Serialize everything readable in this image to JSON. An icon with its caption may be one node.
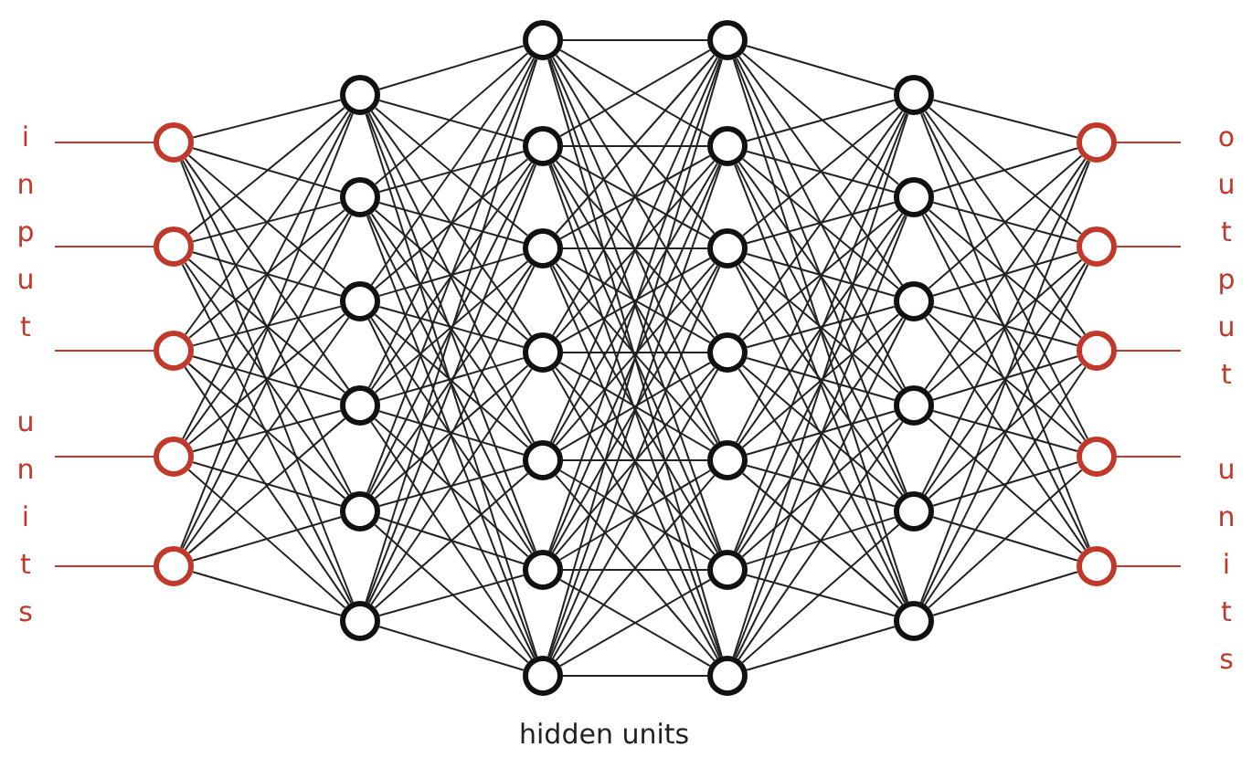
{
  "diagram": {
    "nodes": [
      {
        "text": [],
        "shape": "circle"
      },
      {
        "text": [],
        "shape": "circle"
      },
      {
        "text": [],
        "shape": "circle"
      },
      {
        "text": [],
        "shape": "circle"
      },
      {
        "text": [],
        "shape": "circle"
      },
      {
        "text": [],
        "shape": "circle"
      },
      {
        "text": [],
        "shape": "circle"
      },
      {
        "text": [],
        "shape": "circle"
      },
      {
        "text": [],
        "shape": "circle"
      },
      {
        "text": [],
        "shape": "circle"
      },
      {
        "text": [],
        "shape": "circle"
      },
      {
        "text": [],
        "shape": "circle"
      },
      {
        "text": [],
        "shape": "circle"
      },
      {
        "text": [],
        "shape": "circle"
      },
      {
        "text": [],
        "shape": "circle"
      },
      {
        "text": [],
        "shape": "circle"
      },
      {
        "text": [],
        "shape": "circle"
      },
      {
        "text": [],
        "shape": "circle"
      },
      {
        "text": [],
        "shape": "circle"
      },
      {
        "text": [],
        "shape": "circle"
      },
      {
        "text": [],
        "shape": "circle"
      },
      {
        "text": [],
        "shape": "circle"
      },
      {
        "text": [],
        "shape": "circle"
      },
      {
        "text": [],
        "shape": "circle"
      },
      {
        "text": [],
        "shape": "circle"
      },
      {
        "text": [],
        "shape": "circle"
      },
      {
        "text": [],
        "shape": "circle"
      },
      {
        "text": [],
        "shape": "circle"
      },
      {
        "text": [],
        "shape": "circle"
      },
      {
        "text": [],
        "shape": "circle"
      },
      {
        "text": [],
        "shape": "circle"
      },
      {
        "text": [],
        "shape": "circle"
      },
      {
        "text": [],
        "shape": "circle"
      },
      {
        "text": [],
        "shape": "circle"
      },
      {
        "text": [],
        "shape": "circle"
      },
      {
        "text": [],
        "shape": "circle"
      }
    ],
    "edges": [
      {
        "from": null,
        "to": 0,
        "arrow": "none",
        "color": "#c0392b"
      },
      {
        "from": null,
        "to": 1,
        "arrow": "none",
        "color": "#c0392b"
      },
      {
        "from": null,
        "to": 2,
        "arrow": "none",
        "color": "#c0392b"
      },
      {
        "from": null,
        "to": 3,
        "arrow": "none",
        "color": "#c0392b"
      },
      {
        "from": null,
        "to": 4,
        "arrow": "none",
        "color": "#c0392b"
      },
      {
        "from": 0,
        "to": 5,
        "arrow": "none"
      },
      {
        "from": 0,
        "to": 6,
        "arrow": "none"
      },
      {
        "from": 0,
        "to": 7,
        "arrow": "none"
      },
      {
        "from": 0,
        "to": 8,
        "arrow": "none"
      },
      {
        "from": 0,
        "to": 9,
        "arrow": "none"
      },
      {
        "from": 0,
        "to": 10,
        "arrow": "none"
      },
      {
        "from": 1,
        "to": 5,
        "arrow": "none"
      },
      {
        "from": 1,
        "to": 6,
        "arrow": "none"
      },
      {
        "from": 1,
        "to": 7,
        "arrow": "none"
      },
      {
        "from": 1,
        "to": 8,
        "arrow": "none"
      },
      {
        "from": 1,
        "to": 9,
        "arrow": "none"
      },
      {
        "from": 1,
        "to": 10,
        "arrow": "none"
      },
      {
        "from": 2,
        "to": 5,
        "arrow": "none"
      },
      {
        "from": 2,
        "to": 6,
        "arrow": "none"
      },
      {
        "from": 2,
        "to": 7,
        "arrow": "none"
      },
      {
        "from": 2,
        "to": 8,
        "arrow": "none"
      },
      {
        "from": 2,
        "to": 9,
        "arrow": "none"
      },
      {
        "from": 2,
        "to": 10,
        "arrow": "none"
      },
      {
        "from": 3,
        "to": 5,
        "arrow": "none"
      },
      {
        "from": 3,
        "to": 6,
        "arrow": "none"
      },
      {
        "from": 3,
        "to": 7,
        "arrow": "none"
      },
      {
        "from": 3,
        "to": 8,
        "arrow": "none"
      },
      {
        "from": 3,
        "to": 9,
        "arrow": "none"
      },
      {
        "from": 3,
        "to": 10,
        "arrow": "none"
      },
      {
        "from": 4,
        "to": 5,
        "arrow": "none"
      },
      {
        "from": 4,
        "to": 6,
        "arrow": "none"
      },
      {
        "from": 4,
        "to": 7,
        "arrow": "none"
      },
      {
        "from": 4,
        "to": 8,
        "arrow": "none"
      },
      {
        "from": 4,
        "to": 9,
        "arrow": "none"
      },
      {
        "from": 4,
        "to": 10,
        "arrow": "none"
      },
      {
        "from": 5,
        "to": 11,
        "arrow": "none"
      },
      {
        "from": 5,
        "to": 12,
        "arrow": "none"
      },
      {
        "from": 5,
        "to": 13,
        "arrow": "none"
      },
      {
        "from": 5,
        "to": 14,
        "arrow": "none"
      },
      {
        "from": 5,
        "to": 15,
        "arrow": "none"
      },
      {
        "from": 5,
        "to": 16,
        "arrow": "none"
      },
      {
        "from": 5,
        "to": 17,
        "arrow": "none"
      },
      {
        "from": 6,
        "to": 11,
        "arrow": "none"
      },
      {
        "from": 6,
        "to": 12,
        "arrow": "none"
      },
      {
        "from": 6,
        "to": 13,
        "arrow": "none"
      },
      {
        "from": 6,
        "to": 14,
        "arrow": "none"
      },
      {
        "from": 6,
        "to": 15,
        "arrow": "none"
      },
      {
        "from": 6,
        "to": 16,
        "arrow": "none"
      },
      {
        "from": 6,
        "to": 17,
        "arrow": "none"
      },
      {
        "from": 7,
        "to": 11,
        "arrow": "none"
      },
      {
        "from": 7,
        "to": 12,
        "arrow": "none"
      },
      {
        "from": 7,
        "to": 13,
        "arrow": "none"
      },
      {
        "from": 7,
        "to": 14,
        "arrow": "none"
      },
      {
        "from": 7,
        "to": 15,
        "arrow": "none"
      },
      {
        "from": 7,
        "to": 16,
        "arrow": "none"
      },
      {
        "from": 7,
        "to": 17,
        "arrow": "none"
      },
      {
        "from": 8,
        "to": 11,
        "arrow": "none"
      },
      {
        "from": 8,
        "to": 12,
        "arrow": "none"
      },
      {
        "from": 8,
        "to": 13,
        "arrow": "none"
      },
      {
        "from": 8,
        "to": 14,
        "arrow": "none"
      },
      {
        "from": 8,
        "to": 15,
        "arrow": "none"
      },
      {
        "from": 8,
        "to": 16,
        "arrow": "none"
      },
      {
        "from": 8,
        "to": 17,
        "arrow": "none"
      },
      {
        "from": 9,
        "to": 11,
        "arrow": "none"
      },
      {
        "from": 9,
        "to": 12,
        "arrow": "none"
      },
      {
        "from": 9,
        "to": 13,
        "arrow": "none"
      },
      {
        "from": 9,
        "to": 14,
        "arrow": "none"
      },
      {
        "from": 9,
        "to": 15,
        "arrow": "none"
      },
      {
        "from": 9,
        "to": 16,
        "arrow": "none"
      },
      {
        "from": 9,
        "to": 17,
        "arrow": "none"
      },
      {
        "from": 10,
        "to": 11,
        "arrow": "none"
      },
      {
        "from": 10,
        "to": 12,
        "arrow": "none"
      },
      {
        "from": 10,
        "to": 13,
        "arrow": "none"
      },
      {
        "from": 10,
        "to": 14,
        "arrow": "none"
      },
      {
        "from": 10,
        "to": 15,
        "arrow": "none"
      },
      {
        "from": 10,
        "to": 16,
        "arrow": "none"
      },
      {
        "from": 10,
        "to": 17,
        "arrow": "none"
      },
      {
        "from": 11,
        "to": 18,
        "arrow": "none"
      },
      {
        "from": 11,
        "to": 19,
        "arrow": "none"
      },
      {
        "from": 11,
        "to": 20,
        "arrow": "none"
      },
      {
        "from": 11,
        "to": 21,
        "arrow": "none"
      },
      {
        "from": 11,
        "to": 22,
        "arrow": "none"
      },
      {
        "from": 11,
        "to": 23,
        "arrow": "none"
      },
      {
        "from": 11,
        "to": 24,
        "arrow": "none"
      },
      {
        "from": 12,
        "to": 18,
        "arrow": "none"
      },
      {
        "from": 12,
        "to": 19,
        "arrow": "none"
      },
      {
        "from": 12,
        "to": 20,
        "arrow": "none"
      },
      {
        "from": 12,
        "to": 21,
        "arrow": "none"
      },
      {
        "from": 12,
        "to": 22,
        "arrow": "none"
      },
      {
        "from": 12,
        "to": 23,
        "arrow": "none"
      },
      {
        "from": 12,
        "to": 24,
        "arrow": "none"
      },
      {
        "from": 13,
        "to": 18,
        "arrow": "none"
      },
      {
        "from": 13,
        "to": 19,
        "arrow": "none"
      },
      {
        "from": 13,
        "to": 20,
        "arrow": "none"
      },
      {
        "from": 13,
        "to": 21,
        "arrow": "none"
      },
      {
        "from": 13,
        "to": 22,
        "arrow": "none"
      },
      {
        "from": 13,
        "to": 23,
        "arrow": "none"
      },
      {
        "from": 13,
        "to": 24,
        "arrow": "none"
      },
      {
        "from": 14,
        "to": 18,
        "arrow": "none"
      },
      {
        "from": 14,
        "to": 19,
        "arrow": "none"
      },
      {
        "from": 14,
        "to": 20,
        "arrow": "none"
      },
      {
        "from": 14,
        "to": 21,
        "arrow": "none"
      },
      {
        "from": 14,
        "to": 22,
        "arrow": "none"
      },
      {
        "from": 14,
        "to": 23,
        "arrow": "none"
      },
      {
        "from": 14,
        "to": 24,
        "arrow": "none"
      },
      {
        "from": 15,
        "to": 18,
        "arrow": "none"
      },
      {
        "from": 15,
        "to": 19,
        "arrow": "none"
      },
      {
        "from": 15,
        "to": 20,
        "arrow": "none"
      },
      {
        "from": 15,
        "to": 21,
        "arrow": "none"
      },
      {
        "from": 15,
        "to": 22,
        "arrow": "none"
      },
      {
        "from": 15,
        "to": 23,
        "arrow": "none"
      },
      {
        "from": 15,
        "to": 24,
        "arrow": "none"
      },
      {
        "from": 16,
        "to": 18,
        "arrow": "none"
      },
      {
        "from": 16,
        "to": 19,
        "arrow": "none"
      },
      {
        "from": 16,
        "to": 20,
        "arrow": "none"
      },
      {
        "from": 16,
        "to": 21,
        "arrow": "none"
      },
      {
        "from": 16,
        "to": 22,
        "arrow": "none"
      },
      {
        "from": 16,
        "to": 23,
        "arrow": "none"
      },
      {
        "from": 16,
        "to": 24,
        "arrow": "none"
      },
      {
        "from": 17,
        "to": 18,
        "arrow": "none"
      },
      {
        "from": 17,
        "to": 19,
        "arrow": "none"
      },
      {
        "from": 17,
        "to": 20,
        "arrow": "none"
      },
      {
        "from": 17,
        "to": 21,
        "arrow": "none"
      },
      {
        "from": 17,
        "to": 22,
        "arrow": "none"
      },
      {
        "from": 17,
        "to": 23,
        "arrow": "none"
      },
      {
        "from": 17,
        "to": 24,
        "arrow": "none"
      },
      {
        "from": 18,
        "to": 25,
        "arrow": "none"
      },
      {
        "from": 18,
        "to": 26,
        "arrow": "none"
      },
      {
        "from": 18,
        "to": 27,
        "arrow": "none"
      },
      {
        "from": 18,
        "to": 28,
        "arrow": "none"
      },
      {
        "from": 18,
        "to": 29,
        "arrow": "none"
      },
      {
        "from": 18,
        "to": 30,
        "arrow": "none"
      },
      {
        "from": 19,
        "to": 25,
        "arrow": "none"
      },
      {
        "from": 19,
        "to": 26,
        "arrow": "none"
      },
      {
        "from": 19,
        "to": 27,
        "arrow": "none"
      },
      {
        "from": 19,
        "to": 28,
        "arrow": "none"
      },
      {
        "from": 19,
        "to": 29,
        "arrow": "none"
      },
      {
        "from": 19,
        "to": 30,
        "arrow": "none"
      },
      {
        "from": 20,
        "to": 25,
        "arrow": "none"
      },
      {
        "from": 20,
        "to": 26,
        "arrow": "none"
      },
      {
        "from": 20,
        "to": 27,
        "arrow": "none"
      },
      {
        "from": 20,
        "to": 28,
        "arrow": "none"
      },
      {
        "from": 20,
        "to": 29,
        "arrow": "none"
      },
      {
        "from": 20,
        "to": 30,
        "arrow": "none"
      },
      {
        "from": 21,
        "to": 25,
        "arrow": "none"
      },
      {
        "from": 21,
        "to": 26,
        "arrow": "none"
      },
      {
        "from": 21,
        "to": 27,
        "arrow": "none"
      },
      {
        "from": 21,
        "to": 28,
        "arrow": "none"
      },
      {
        "from": 21,
        "to": 29,
        "arrow": "none"
      },
      {
        "from": 21,
        "to": 30,
        "arrow": "none"
      },
      {
        "from": 22,
        "to": 25,
        "arrow": "none"
      },
      {
        "from": 22,
        "to": 26,
        "arrow": "none"
      },
      {
        "from": 22,
        "to": 27,
        "arrow": "none"
      },
      {
        "from": 22,
        "to": 28,
        "arrow": "none"
      },
      {
        "from": 22,
        "to": 29,
        "arrow": "none"
      },
      {
        "from": 22,
        "to": 30,
        "arrow": "none"
      },
      {
        "from": 23,
        "to": 25,
        "arrow": "none"
      },
      {
        "from": 23,
        "to": 26,
        "arrow": "none"
      },
      {
        "from": 23,
        "to": 27,
        "arrow": "none"
      },
      {
        "from": 23,
        "to": 28,
        "arrow": "none"
      },
      {
        "from": 23,
        "to": 29,
        "arrow": "none"
      },
      {
        "from": 23,
        "to": 30,
        "arrow": "none"
      },
      {
        "from": 24,
        "to": 25,
        "arrow": "none"
      },
      {
        "from": 24,
        "to": 26,
        "arrow": "none"
      },
      {
        "from": 24,
        "to": 27,
        "arrow": "none"
      },
      {
        "from": 24,
        "to": 28,
        "arrow": "none"
      },
      {
        "from": 24,
        "to": 29,
        "arrow": "none"
      },
      {
        "from": 24,
        "to": 30,
        "arrow": "none"
      },
      {
        "from": 25,
        "to": 31,
        "arrow": "none"
      },
      {
        "from": 25,
        "to": 32,
        "arrow": "none"
      },
      {
        "from": 25,
        "to": 33,
        "arrow": "none"
      },
      {
        "from": 25,
        "to": 34,
        "arrow": "none"
      },
      {
        "from": 25,
        "to": 35,
        "arrow": "none"
      },
      {
        "from": 26,
        "to": 31,
        "arrow": "none"
      },
      {
        "from": 26,
        "to": 32,
        "arrow": "none"
      },
      {
        "from": 26,
        "to": 33,
        "arrow": "none"
      },
      {
        "from": 26,
        "to": 34,
        "arrow": "none"
      },
      {
        "from": 26,
        "to": 35,
        "arrow": "none"
      },
      {
        "from": 27,
        "to": 31,
        "arrow": "none"
      },
      {
        "from": 27,
        "to": 32,
        "arrow": "none"
      },
      {
        "from": 27,
        "to": 33,
        "arrow": "none"
      },
      {
        "from": 27,
        "to": 34,
        "arrow": "none"
      },
      {
        "from": 27,
        "to": 35,
        "arrow": "none"
      },
      {
        "from": 28,
        "to": 31,
        "arrow": "none"
      },
      {
        "from": 28,
        "to": 32,
        "arrow": "none"
      },
      {
        "from": 28,
        "to": 33,
        "arrow": "none"
      },
      {
        "from": 28,
        "to": 34,
        "arrow": "none"
      },
      {
        "from": 28,
        "to": 35,
        "arrow": "none"
      },
      {
        "from": 29,
        "to": 31,
        "arrow": "none"
      },
      {
        "from": 29,
        "to": 32,
        "arrow": "none"
      },
      {
        "from": 29,
        "to": 33,
        "arrow": "none"
      },
      {
        "from": 29,
        "to": 34,
        "arrow": "none"
      },
      {
        "from": 29,
        "to": 35,
        "arrow": "none"
      },
      {
        "from": 30,
        "to": 31,
        "arrow": "none"
      },
      {
        "from": 30,
        "to": 32,
        "arrow": "none"
      },
      {
        "from": 30,
        "to": 33,
        "arrow": "none"
      },
      {
        "from": 30,
        "to": 34,
        "arrow": "none"
      },
      {
        "from": 30,
        "to": 35,
        "arrow": "none"
      },
      {
        "from": 31,
        "to": null,
        "arrow": "none",
        "color": "#c0392b"
      },
      {
        "from": 32,
        "to": null,
        "arrow": "none",
        "color": "#c0392b"
      },
      {
        "from": 33,
        "to": null,
        "arrow": "none",
        "color": "#c0392b"
      },
      {
        "from": 34,
        "to": null,
        "arrow": "none",
        "color": "#c0392b"
      },
      {
        "from": 35,
        "to": null,
        "arrow": "none",
        "color": "#c0392b"
      }
    ],
    "labels": [
      "input units",
      "output units",
      "hidden units"
    ]
  }
}
